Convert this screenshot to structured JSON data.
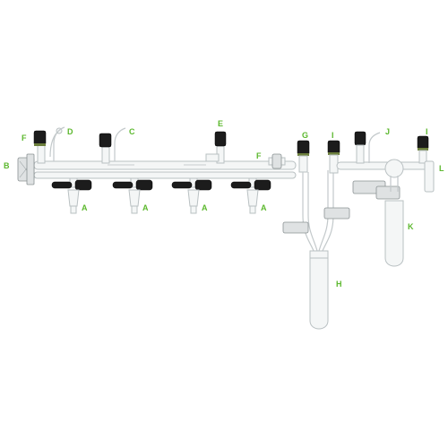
{
  "callouts": {
    "A": "A",
    "B": "B",
    "C": "C",
    "D": "D",
    "E": "E",
    "F": "F",
    "G": "G",
    "H": "H",
    "I": "I",
    "J": "J",
    "K": "K",
    "L": "L"
  },
  "colors": {
    "callout": "#5cb82e",
    "knob": "#1c1c1c",
    "glass": "#f4f6f6",
    "ring": "#6c7f3c"
  }
}
